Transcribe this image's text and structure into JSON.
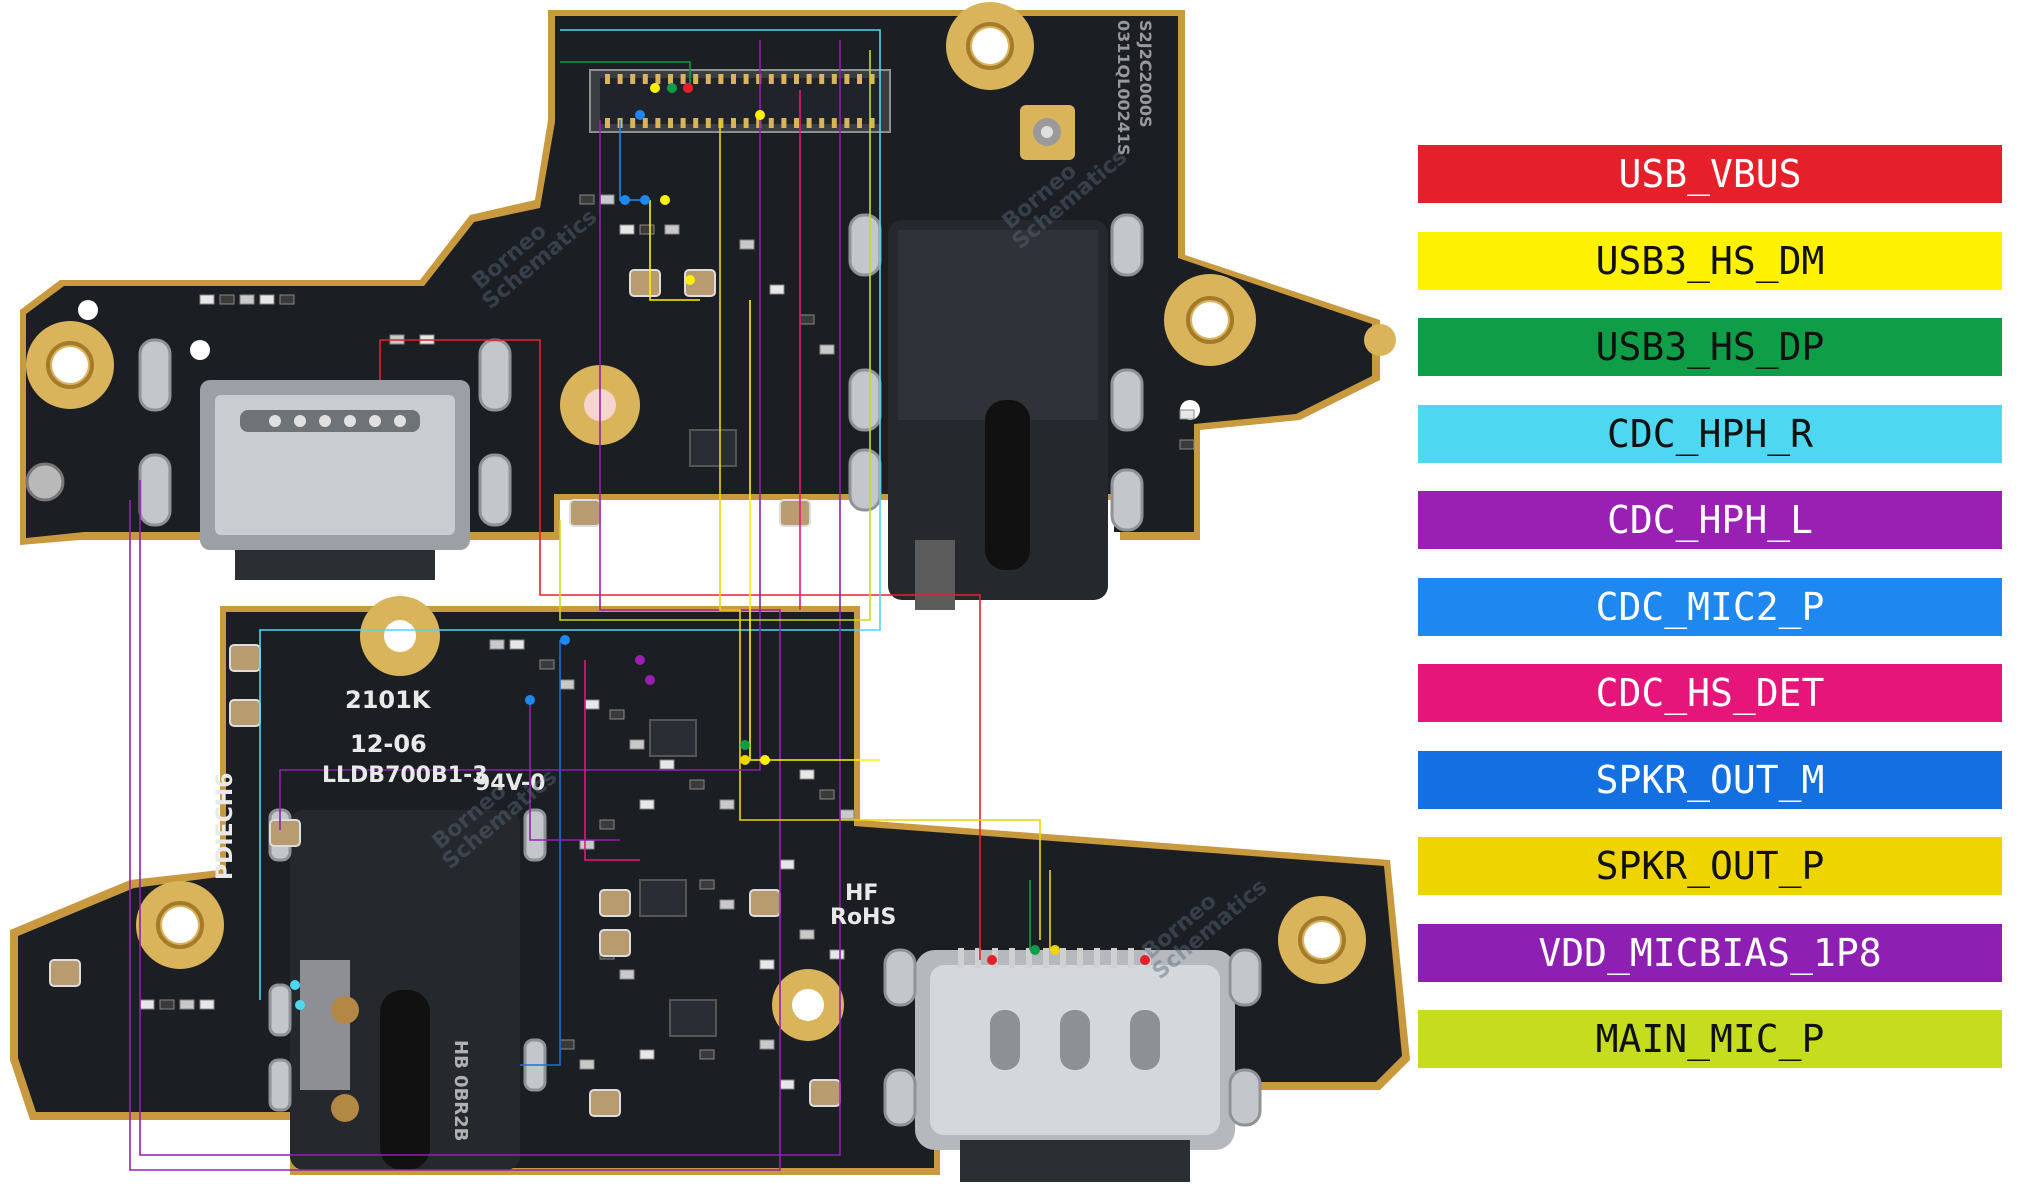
{
  "legend": [
    {
      "label": "USB_VBUS",
      "bg": "#e5202b",
      "fg": "#ffffff"
    },
    {
      "label": "USB3_HS_DM",
      "bg": "#fff200",
      "fg": "#111111"
    },
    {
      "label": "USB3_HS_DP",
      "bg": "#0f9d48",
      "fg": "#111111"
    },
    {
      "label": "CDC_HPH_R",
      "bg": "#4dd7f0",
      "fg": "#111111"
    },
    {
      "label": "CDC_HPH_L",
      "bg": "#9a1fb3",
      "fg": "#ffffff"
    },
    {
      "label": "CDC_MIC2_P",
      "bg": "#1e88f0",
      "fg": "#ffffff"
    },
    {
      "label": "CDC_HS_DET",
      "bg": "#e6157a",
      "fg": "#ffffff"
    },
    {
      "label": "SPKR_OUT_M",
      "bg": "#1470e0",
      "fg": "#ffffff"
    },
    {
      "label": "SPKR_OUT_P",
      "bg": "#eed400",
      "fg": "#111111"
    },
    {
      "label": "VDD_MICBIAS_1P8",
      "bg": "#8e1fb3",
      "fg": "#ffffff"
    },
    {
      "label": "MAIN_MIC_P",
      "bg": "#c6dc1e",
      "fg": "#111111"
    }
  ],
  "board_markings": {
    "date_code_1": "2101K",
    "date_code_2": "12-06",
    "part_number": "LLDB700B1-3",
    "rating": "94V-0",
    "rohs_1": "HF",
    "rohs_2": "RoHS",
    "side_mark": "PDIECH6",
    "jack_mark": "HB 0BR2B",
    "serial_1": "S2J2C2000S",
    "serial_2": "0311QL00241S"
  },
  "watermark": {
    "line_1": "Borneo",
    "line_2": "Schematics"
  },
  "colors": {
    "pcb": "#1c1f24",
    "pcb_edge": "#c89a45",
    "pad_gold": "#d9b45a",
    "metal": "#b8bcc2"
  }
}
